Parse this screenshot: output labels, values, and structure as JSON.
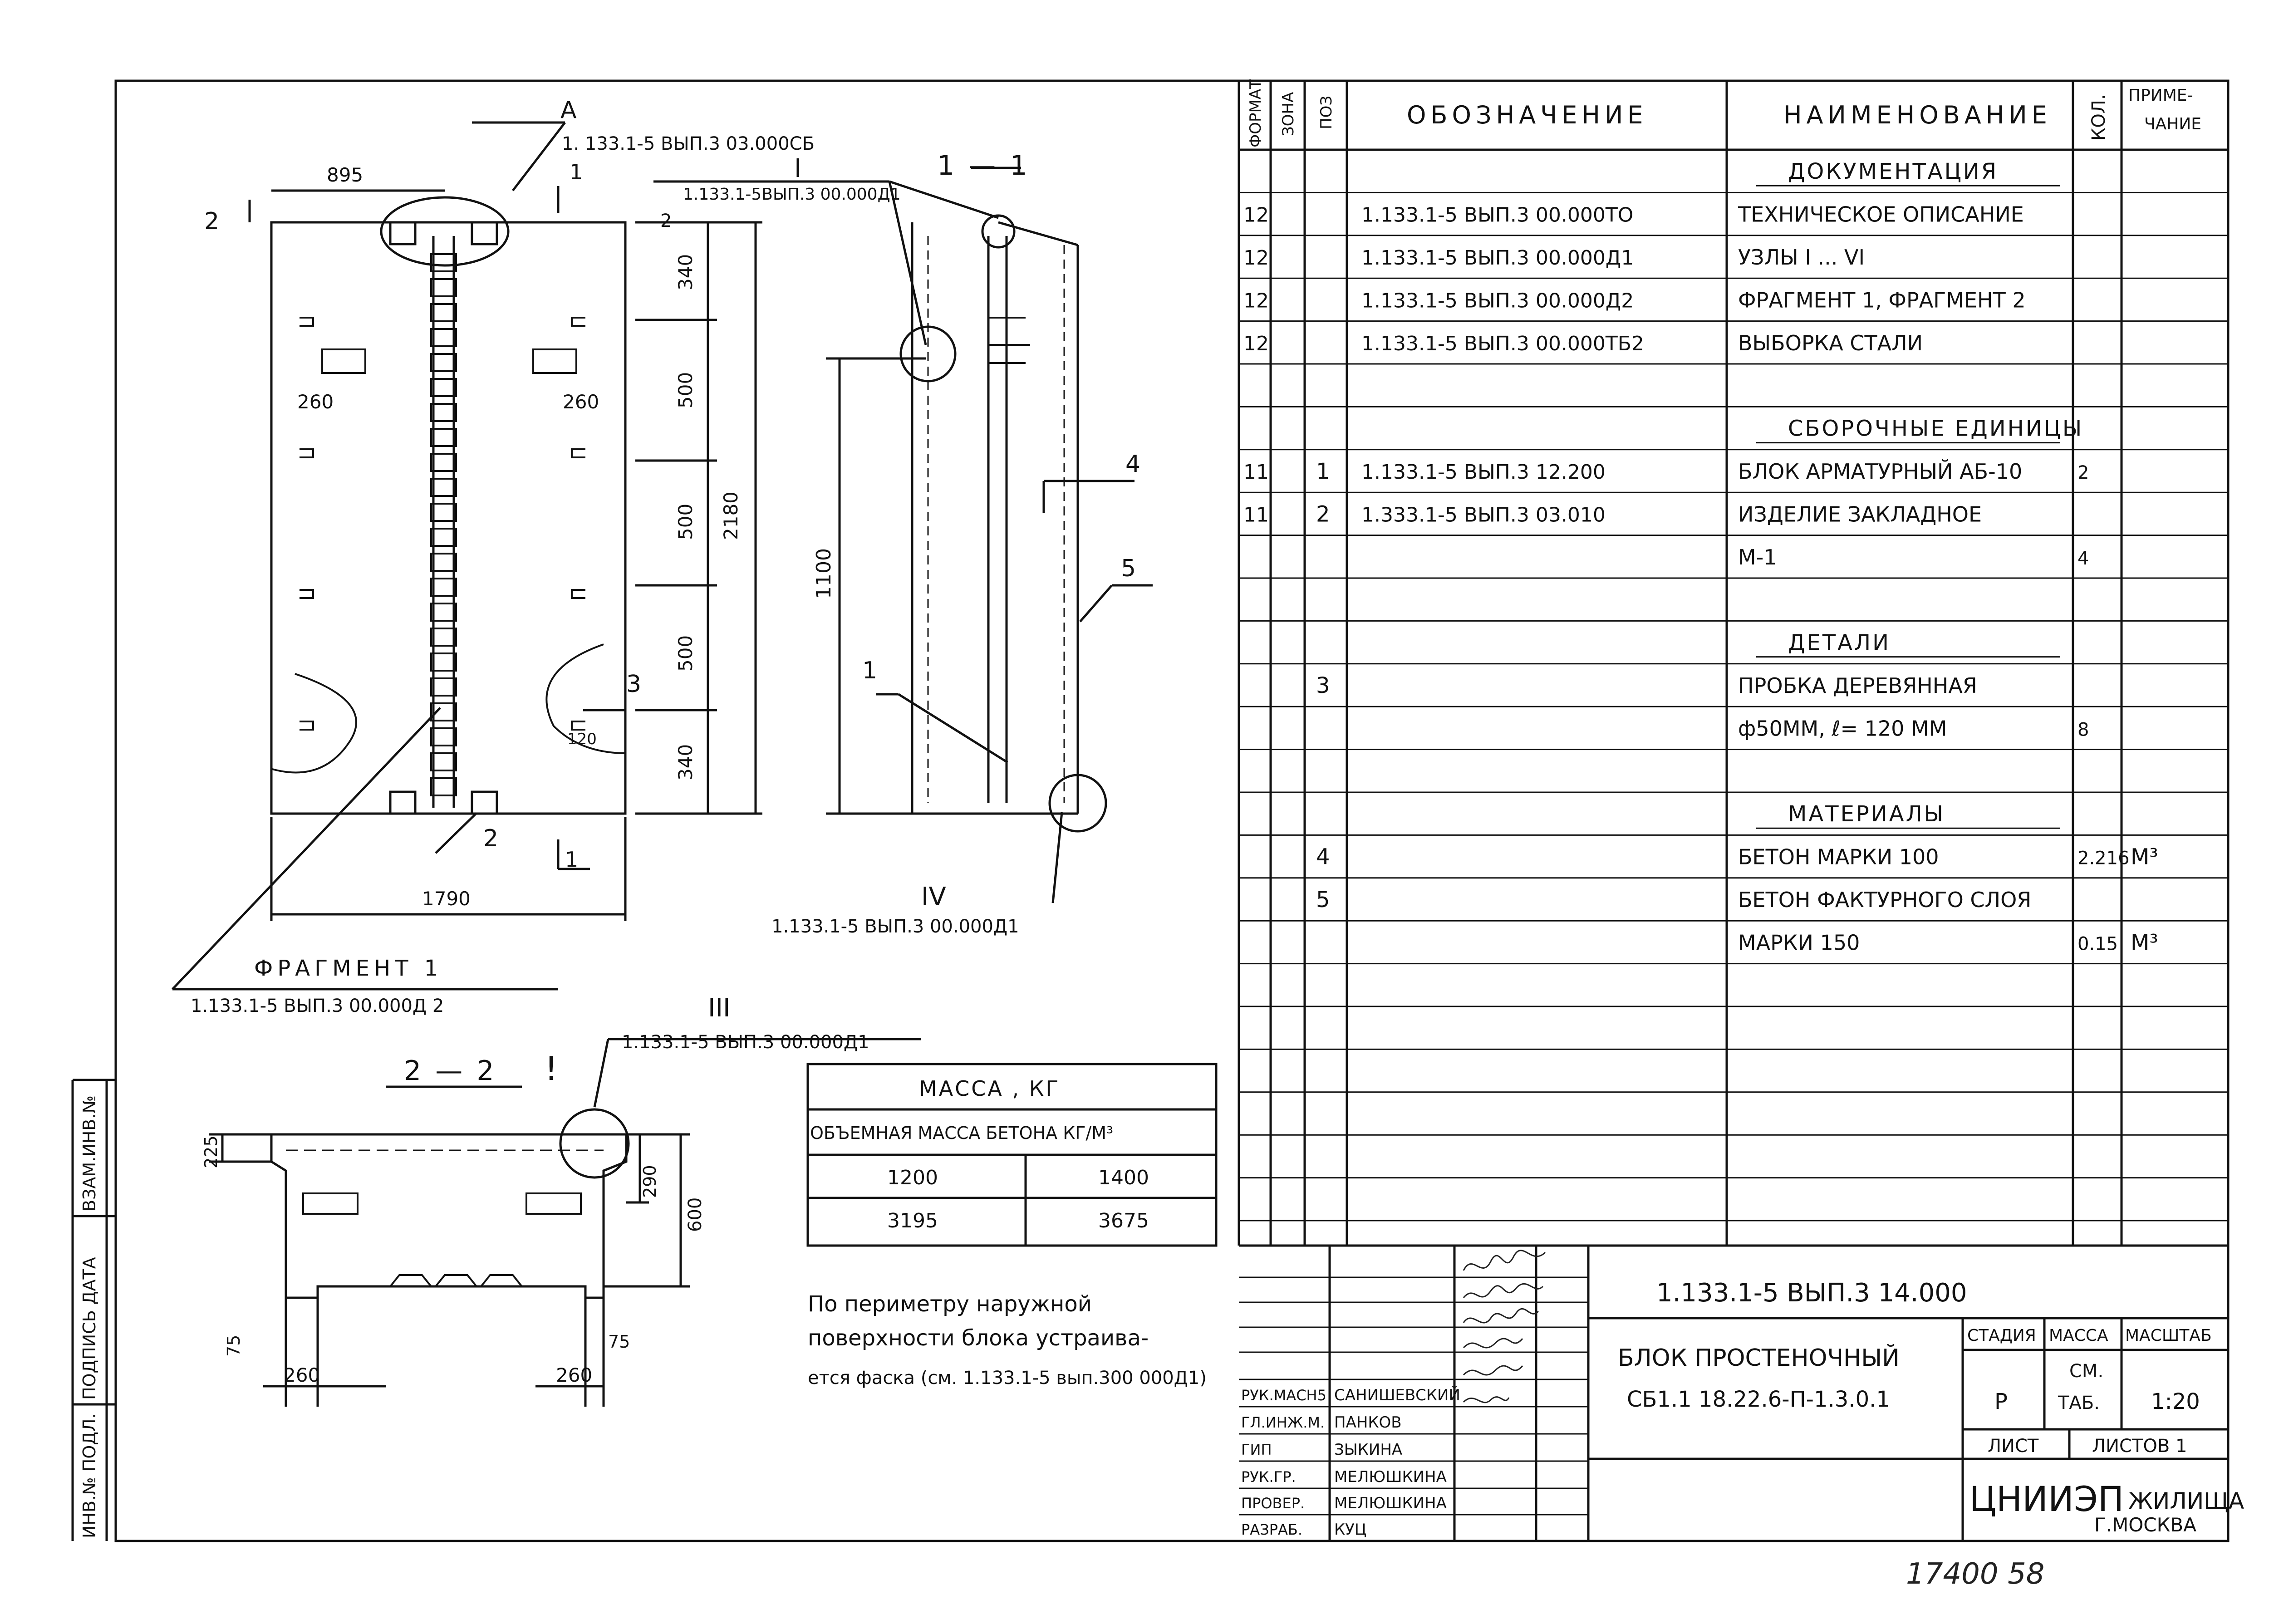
{
  "left_margin": {
    "inv_podl": "ИНВ.№ ПОДЛ.",
    "podpis_data": "ПОДПИСЬ ДАТА",
    "vzam_inv": "ВЗАМ.ИНВ.№"
  },
  "drawing": {
    "callout_a": {
      "letter": "А",
      "ref": "1. 133.1-5 ВЫП.3 03.000СБ"
    },
    "view_front": {
      "dim_top": "895",
      "dim_bottom": "1790",
      "dim_left_260": "260",
      "dim_right_260": "260",
      "dim_120": "120",
      "dim_340_top": "340",
      "dim_500_a": "500",
      "dim_500_b": "500",
      "dim_500_c": "500",
      "dim_340_bottom": "340",
      "dim_2180": "2180",
      "mark_2_left": "2",
      "mark_2_top": "2",
      "mark_2_bottom": "2",
      "mark_1_top": "1",
      "mark_1_bottom": "1",
      "pos_3": "3"
    },
    "callout_i": {
      "roman": "I",
      "ref": "1.133.1-5ВЫП.3 00.000Д1"
    },
    "section_11": {
      "label": "1 — 1",
      "dim_1100": "1100",
      "pos_1": "1",
      "pos_4": "4",
      "pos_5": "5"
    },
    "callout_iv": {
      "roman": "IV",
      "ref": "1.133.1-5 ВЫП.3 00.000Д1"
    },
    "fragment1": {
      "title": "ФРАГМЕНТ 1",
      "ref": "1.133.1-5  ВЫП.3  00.000Д 2"
    },
    "callout_iii": {
      "roman": "III",
      "ref": "1.133.1-5 ВЫП.3 00.000Д1"
    },
    "section_22": {
      "label": "2 — 2",
      "dim_225": "225",
      "dim_290": "290",
      "dim_600": "600",
      "dim_75_left": "75",
      "dim_75_right": "75",
      "dim_260_left": "260",
      "dim_260_right": "260"
    },
    "note": [
      "По периметру наружной",
      "поверхности блока устраива-",
      "ется фаска (см. 1.133.1-5 вып.300 000Д1)"
    ]
  },
  "mass_table": {
    "title": "МАССА , КГ",
    "subtitle": "ОБЪЕМНАЯ МАССА БЕТОНА КГ/М³",
    "columns": [
      "1200",
      "1400"
    ],
    "values": [
      "3195",
      "3675"
    ]
  },
  "spec": {
    "headers": {
      "format": "ФОРМАТ",
      "zone": "ЗОНА",
      "pos": "ПОЗ",
      "designation": "ОБОЗНАЧЕНИЕ",
      "name": "НАИМЕНОВАНИЕ",
      "qty": "КОЛ.",
      "note": "ПРИМЕЧАНИЕ"
    },
    "rows": [
      {
        "format": "",
        "pos": "",
        "designation": "",
        "name": "ДОКУМЕНТАЦИЯ",
        "qty": "",
        "note": "",
        "section": true
      },
      {
        "format": "12",
        "pos": "",
        "designation": "1.133.1-5 ВЫП.3  00.000ТО",
        "name": "ТЕХНИЧЕСКОЕ ОПИСАНИЕ",
        "qty": "",
        "note": ""
      },
      {
        "format": "12",
        "pos": "",
        "designation": "1.133.1-5 ВЫП.3  00.000Д1",
        "name": "УЗЛЫ I ... VI",
        "qty": "",
        "note": ""
      },
      {
        "format": "12",
        "pos": "",
        "designation": "1.133.1-5 ВЫП.3  00.000Д2",
        "name": "ФРАГМЕНТ 1, ФРАГМЕНТ 2",
        "qty": "",
        "note": ""
      },
      {
        "format": "12",
        "pos": "",
        "designation": "1.133.1-5 ВЫП.3  00.000ТБ2",
        "name": "ВЫБОРКА СТАЛИ",
        "qty": "",
        "note": ""
      },
      {
        "format": "",
        "pos": "",
        "designation": "",
        "name": "",
        "qty": "",
        "note": ""
      },
      {
        "format": "",
        "pos": "",
        "designation": "",
        "name": "СБОРОЧНЫЕ ЕДИНИЦЫ",
        "qty": "",
        "note": "",
        "section": true
      },
      {
        "format": "11",
        "pos": "1",
        "designation": "1.133.1-5 ВЫП.3  12.200",
        "name": "БЛОК АРМАТУРНЫЙ АБ-10",
        "qty": "2",
        "note": ""
      },
      {
        "format": "11",
        "pos": "2",
        "designation": "1.333.1-5 ВЫП.3  03.010",
        "name": "ИЗДЕЛИЕ ЗАКЛАДНОЕ",
        "qty": "",
        "note": ""
      },
      {
        "format": "",
        "pos": "",
        "designation": "",
        "name": "М-1",
        "qty": "4",
        "note": ""
      },
      {
        "format": "",
        "pos": "",
        "designation": "",
        "name": "",
        "qty": "",
        "note": ""
      },
      {
        "format": "",
        "pos": "",
        "designation": "",
        "name": "ДЕТАЛИ",
        "qty": "",
        "note": "",
        "section": true
      },
      {
        "format": "",
        "pos": "3",
        "designation": "",
        "name": "ПРОБКА ДЕРЕВЯННАЯ",
        "qty": "",
        "note": ""
      },
      {
        "format": "",
        "pos": "",
        "designation": "",
        "name": "ф50ММ, ℓ= 120 ММ",
        "qty": "8",
        "note": ""
      },
      {
        "format": "",
        "pos": "",
        "designation": "",
        "name": "",
        "qty": "",
        "note": ""
      },
      {
        "format": "",
        "pos": "",
        "designation": "",
        "name": "МАТЕРИАЛЫ",
        "qty": "",
        "note": "",
        "section": true
      },
      {
        "format": "",
        "pos": "4",
        "designation": "",
        "name": "БЕТОН МАРКИ 100",
        "qty": "2.216",
        "note": "М³"
      },
      {
        "format": "",
        "pos": "5",
        "designation": "",
        "name": "БЕТОН ФАКТУРНОГО СЛОЯ",
        "qty": "",
        "note": ""
      },
      {
        "format": "",
        "pos": "",
        "designation": "",
        "name": "МАРКИ 150",
        "qty": "0.15",
        "note": "М³"
      }
    ]
  },
  "title_block": {
    "code": "1.133.1-5  ВЫП.3  14.000",
    "name_line1": "БЛОК ПРОСТЕНОЧНЫЙ",
    "name_line2": "СБ1.1  18.22.6-П-1.3.0.1",
    "stage_header": "СТАДИЯ",
    "mass_header": "МАССА",
    "scale_header": "МАСШТАБ",
    "stage": "Р",
    "mass_line1": "СМ.",
    "mass_line2": "ТАБ.",
    "scale": "1:20",
    "sheet": "ЛИСТ",
    "sheets": "ЛИСТОВ 1",
    "org_main": "ЦНИИЭП",
    "org_sub": "ЖИЛИЩА",
    "org_city": "Г.МОСКВА",
    "staff": [
      {
        "role": "РУК.МАСН5",
        "name": "САНИШЕВСКИЙ"
      },
      {
        "role": "ГЛ.ИНЖ.М.",
        "name": "ПАНКОВ"
      },
      {
        "role": "ГИП",
        "name": "ЗЫКИНА"
      },
      {
        "role": "РУК.ГР.",
        "name": "МЕЛЮШКИНА"
      },
      {
        "role": "ПРОВЕР.",
        "name": "МЕЛЮШКИНА"
      },
      {
        "role": "РАЗРАБ.",
        "name": "КУЦ"
      }
    ]
  },
  "footer_handwritten": "17400   58"
}
